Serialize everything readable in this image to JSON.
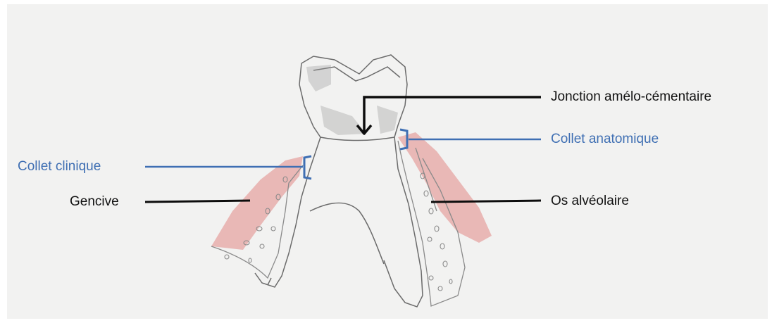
{
  "labels": {
    "jonction": "Jonction amélo-cémentaire",
    "collet_anatomique": "Collet anatomique",
    "collet_clinique": "Collet clinique",
    "gencive": "Gencive",
    "os_alveolaire": "Os alvéolaire"
  },
  "colors": {
    "paper": "#f2f2f1",
    "pencil": "#6b6b6b",
    "gum": "#e3a3a0",
    "black_leader": "#0d0d0d",
    "blue_leader": "#3f6fb3"
  }
}
